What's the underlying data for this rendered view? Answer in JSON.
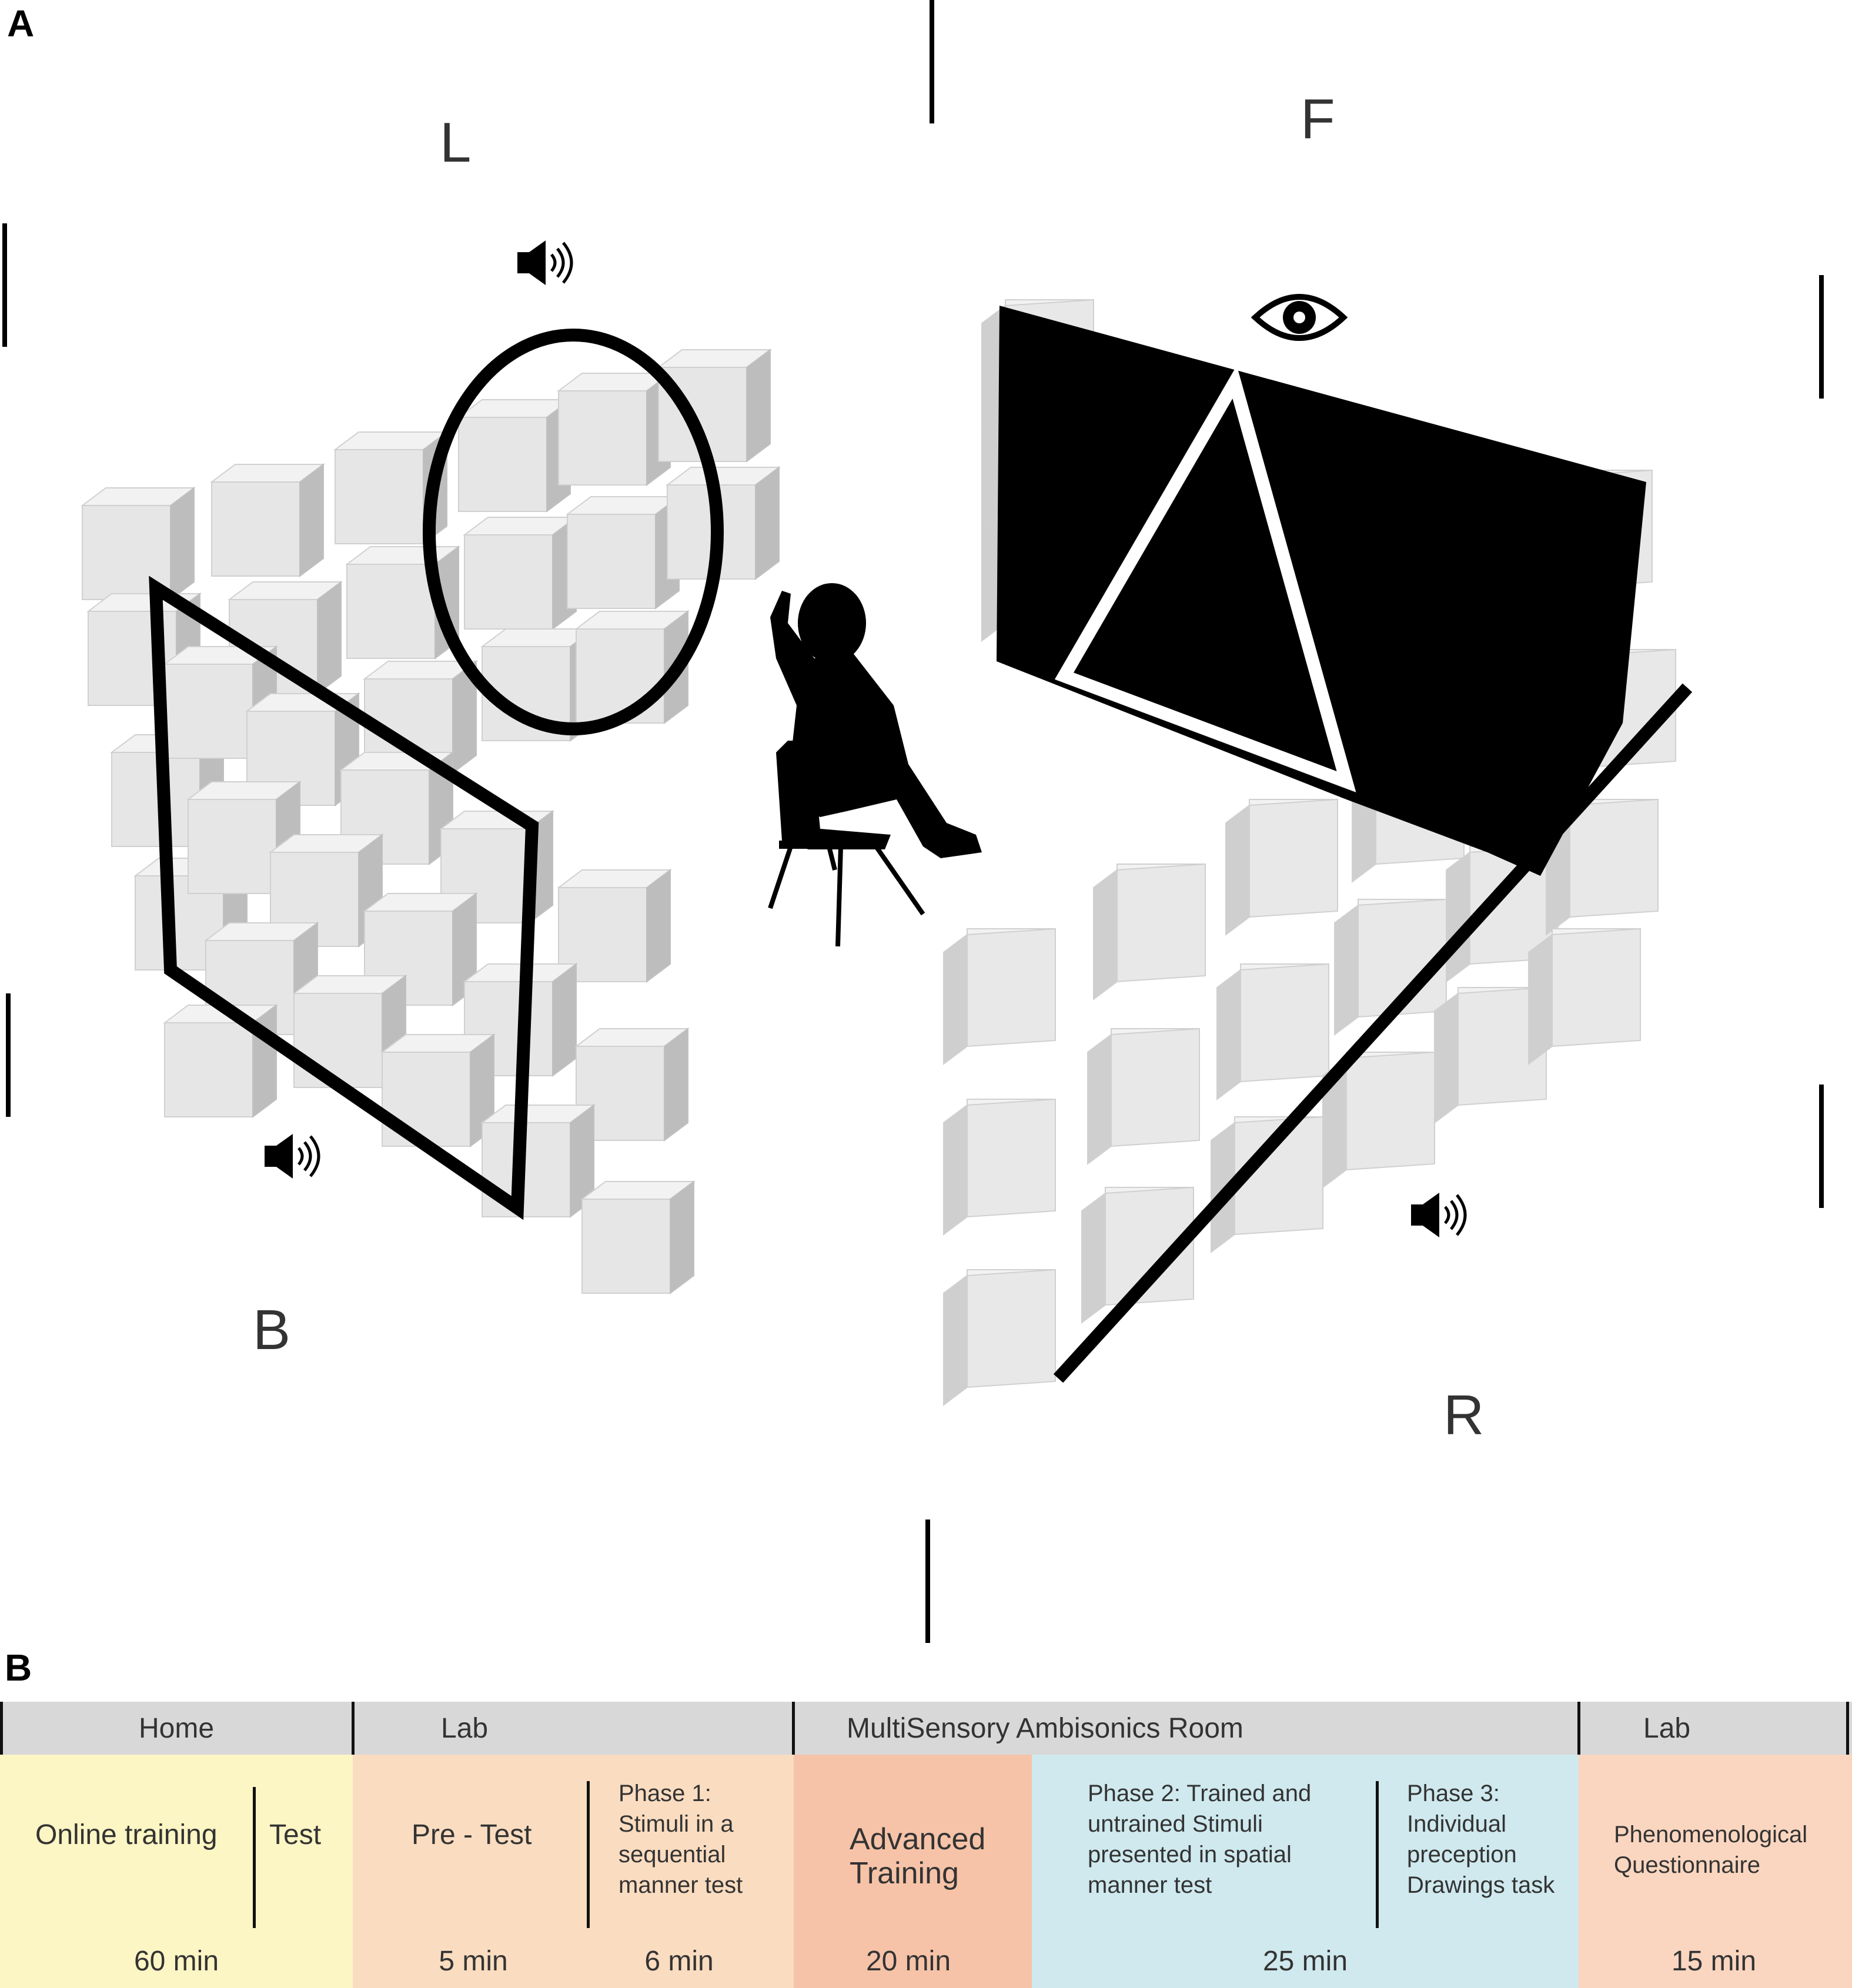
{
  "panel_a": {
    "label": "A",
    "walls": {
      "left": "L",
      "front": "F",
      "back": "B",
      "right": "R"
    },
    "icons": {
      "left_wall": "speaker-icon",
      "back_wall": "speaker-icon",
      "right_wall": "speaker-icon",
      "front_wall": "eye-icon"
    },
    "colors": {
      "cube_face": "#e6e6e6",
      "cube_side": "#bdbdbd",
      "screen": "#000000",
      "shape_outline": "#000000"
    }
  },
  "panel_b": {
    "label": "B",
    "locations": [
      {
        "label": "Home",
        "color": "#d8d8d8"
      },
      {
        "label": "Lab",
        "color": "#d8d8d8"
      },
      {
        "label": "MultiSensory Ambisonics Room",
        "color": "#d8d8d8"
      },
      {
        "label": "Lab",
        "color": "#d8d8d8"
      }
    ],
    "stages": {
      "online_training": "Online training",
      "test": "Test",
      "pre_test": "Pre - Test",
      "phase1": "Phase 1: Stimuli in a sequential manner test",
      "advanced_training": "Advanced Training",
      "phase2": "Phase 2: Trained and untrained Stimuli presented in spatial manner test",
      "phase3": "Phase 3: Individual preception Drawings task",
      "questionnaire": "Phenomenological Questionnaire"
    },
    "durations": {
      "home": "60 min",
      "pre_test": "5 min",
      "phase1": "6 min",
      "advanced": "20 min",
      "phase2_3": "25 min",
      "questionnaire": "15 min"
    },
    "colors": {
      "home": "#fcf5c4",
      "lab": "#fadcc0",
      "advanced": "#f6c3a8",
      "room": "#cfe9ee",
      "questionnaire": "#fad6c0"
    }
  }
}
